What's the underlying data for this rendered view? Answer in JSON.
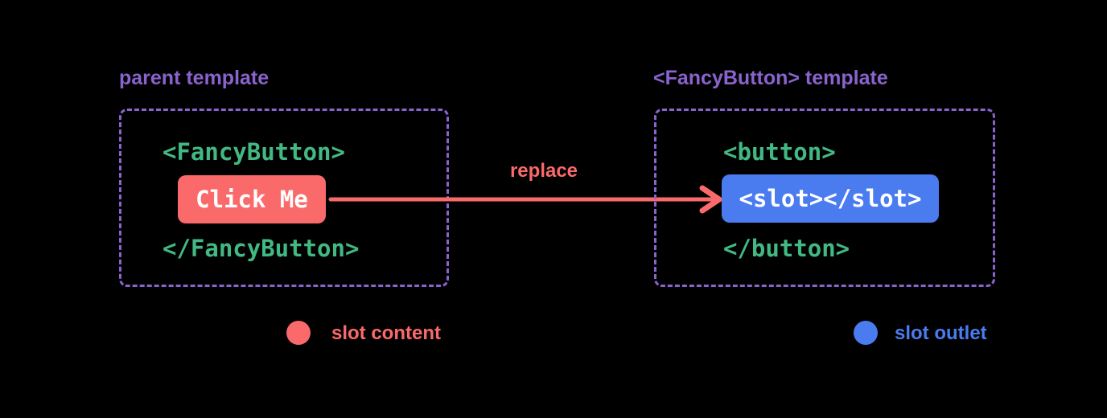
{
  "colors": {
    "background": "#000000",
    "purple": "#8a63ce",
    "green": "#42b883",
    "coral": "#fb6a6a",
    "blue": "#4a7cf0",
    "button_text": "#ffffff"
  },
  "left_panel": {
    "title": "parent template",
    "open_tag": "<FancyButton>",
    "button_label": "Click Me",
    "close_tag": "</FancyButton>"
  },
  "arrow": {
    "label": "replace"
  },
  "right_panel": {
    "title": "<FancyButton> template",
    "open_tag": "<button>",
    "slot_label": "<slot></slot>",
    "close_tag": "</button>"
  },
  "legend": [
    {
      "label": "slot content",
      "color": "#fb6a6a"
    },
    {
      "label": "slot outlet",
      "color": "#4a7cf0"
    }
  ]
}
